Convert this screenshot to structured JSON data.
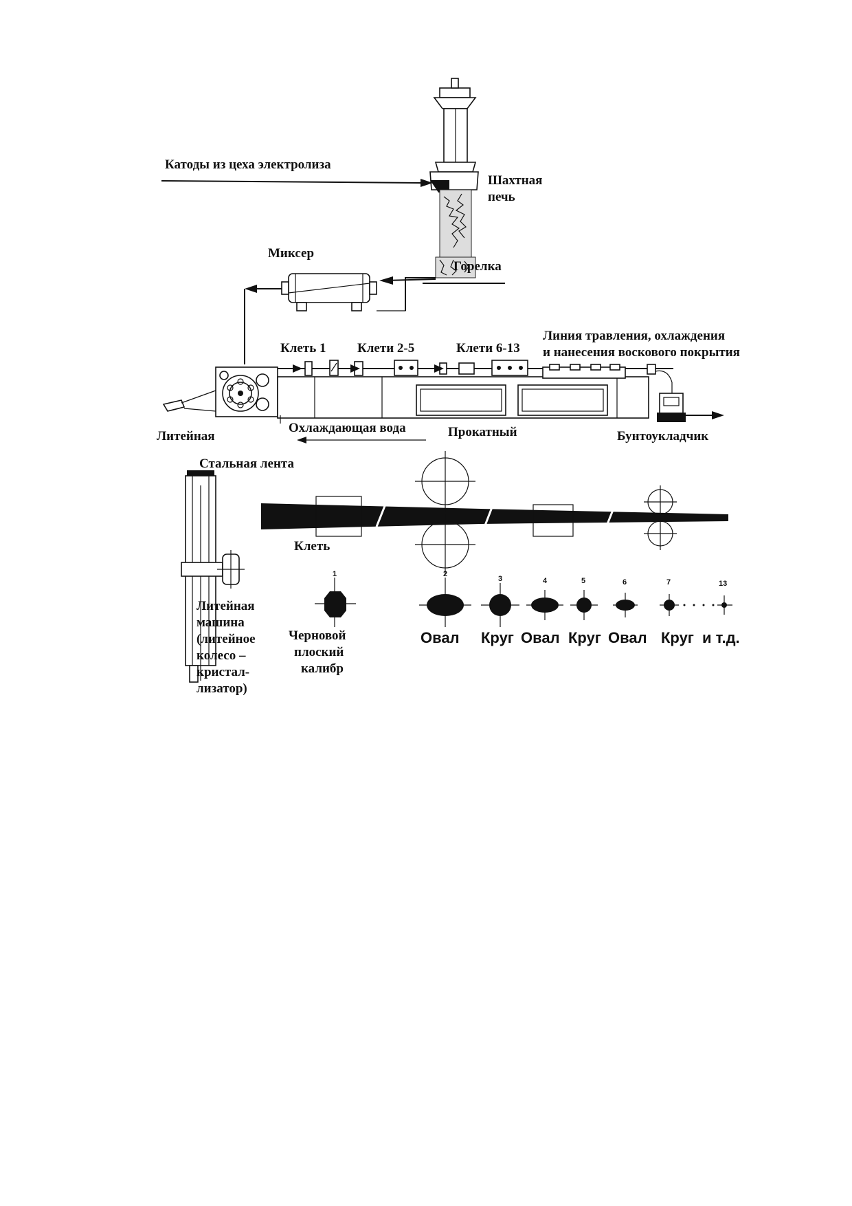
{
  "labels": {
    "cathodes": "Катоды из цеха электролиза",
    "shaft_furnace_1": "Шахтная",
    "shaft_furnace_2": "печь",
    "mixer": "Миксер",
    "burner": "Горелка",
    "stand_1": "Клеть 1",
    "stands_2_5": "Клети 2-5",
    "stands_6_13": "Клети 6-13",
    "pickling_1": "Линия травления, охлаждения",
    "pickling_2": "и нанесения воскового покрытия",
    "casting": "Литейная",
    "cooling_water": "Охлаждающая вода",
    "rolling": "Прокатный",
    "coiler": "Бунтоукладчик",
    "steel_band": "Стальная лента",
    "stand": "Клеть",
    "casting_machine_1": "Литейная",
    "casting_machine_2": "машина",
    "casting_machine_3": "(литейное",
    "casting_machine_4": "колесо –",
    "casting_machine_5": "кристал-",
    "casting_machine_6": "лизатор)",
    "rough_1": "Черновой",
    "rough_2": "плоский",
    "rough_3": "калибр"
  },
  "profiles": {
    "numbers": [
      "1",
      "2",
      "3",
      "4",
      "5",
      "6",
      "7",
      "13"
    ],
    "names": [
      "Овал",
      "Круг",
      "Овал",
      "Круг",
      "Овал",
      "Круг",
      "и т.д."
    ]
  }
}
